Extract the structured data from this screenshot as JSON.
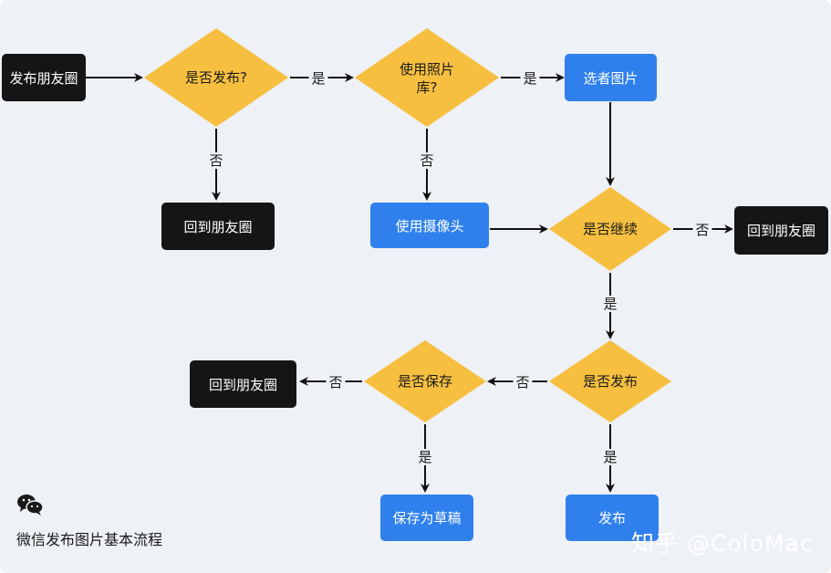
{
  "nodes": {
    "start": "发布朋友圈",
    "d1": "是否发布?",
    "d2_line1": "使用照片",
    "d2_line2": "库?",
    "pick": "选者图片",
    "back1": "回到朋友圈",
    "camera": "使用摄像头",
    "d3": "是否继续",
    "back2": "回到朋友圈",
    "d4": "是否发布",
    "d5": "是否保存",
    "back3": "回到朋友圈",
    "draft": "保存为草稿",
    "publish": "发布"
  },
  "edge_labels": {
    "yes": "是",
    "no": "否"
  },
  "caption": "微信发布图片基本流程",
  "watermark": "知乎 @ColoMac",
  "colors": {
    "diamond": "#f6bf40",
    "black_box": "#151515",
    "blue_box": "#2f80ed",
    "background": "#eef1f5"
  },
  "icons": [
    "wechat-icon"
  ]
}
